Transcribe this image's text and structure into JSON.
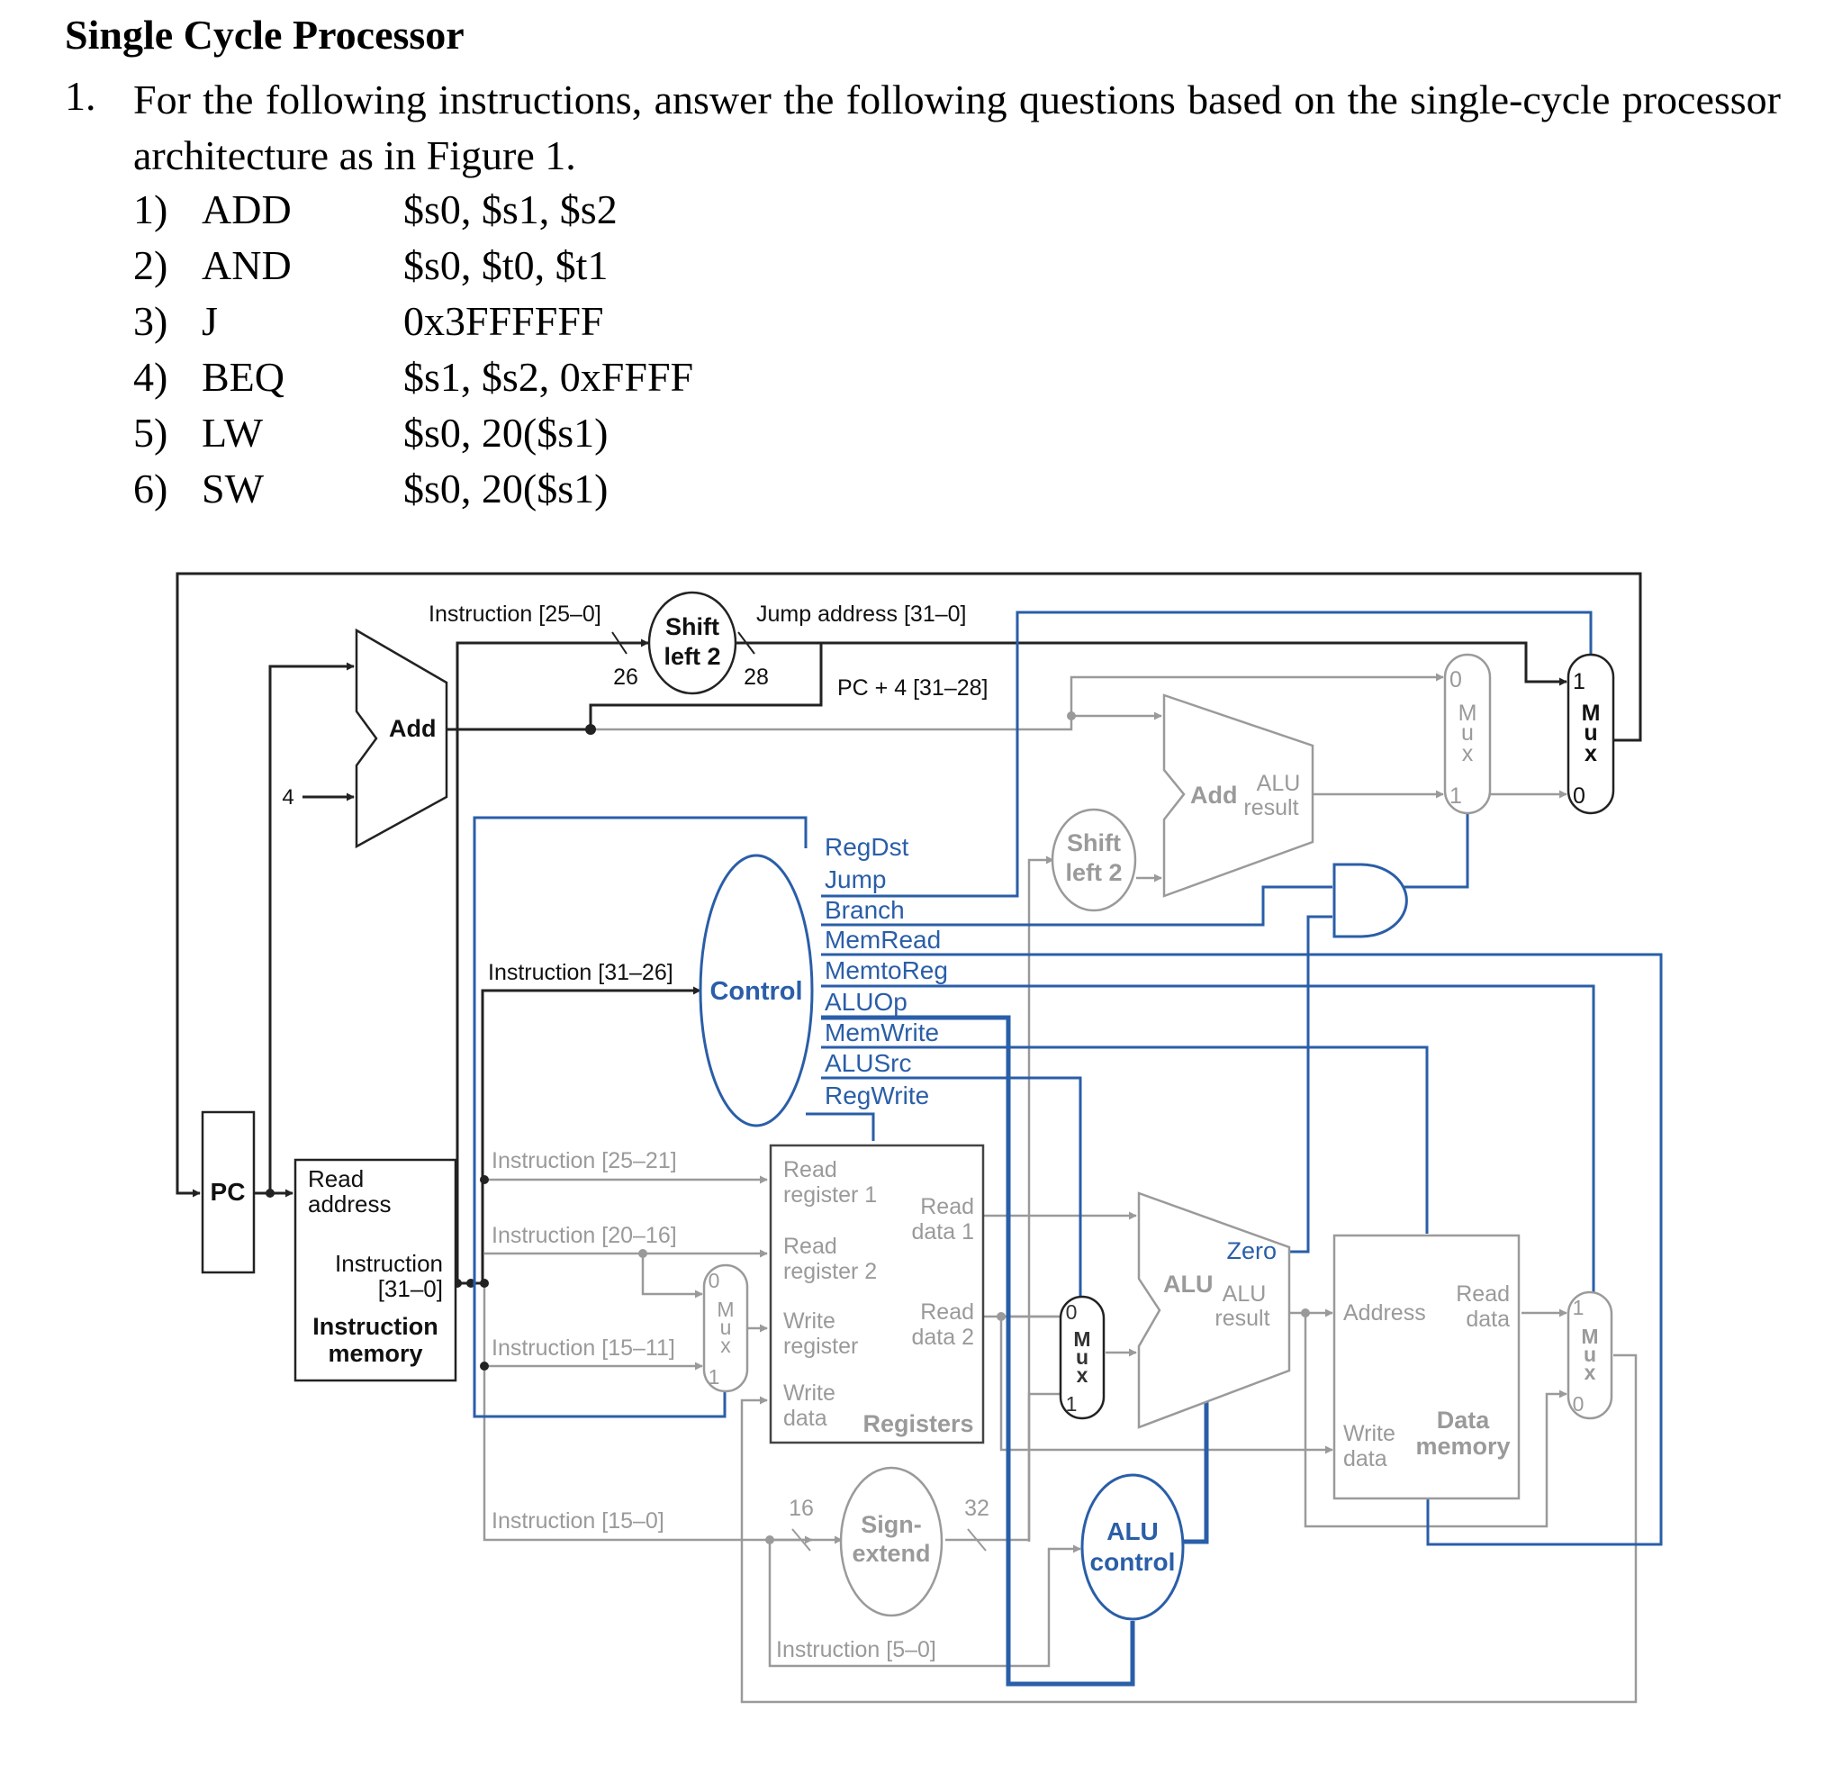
{
  "document": {
    "title": "Single Cycle Processor",
    "question_number": "1.",
    "question_text": "For the following instructions, answer the following questions based on the single-cycle processor architecture as in Figure 1.",
    "instructions": [
      {
        "num": "1)",
        "op": "ADD",
        "args": "$s0, $s1, $s2"
      },
      {
        "num": "2)",
        "op": "AND",
        "args": "$s0, $t0, $t1"
      },
      {
        "num": "3)",
        "op": "J",
        "args": "0x3FFFFFF"
      },
      {
        "num": "4)",
        "op": "BEQ",
        "args": "$s1, $s2, 0xFFFF"
      },
      {
        "num": "5)",
        "op": "LW",
        "args": "$s0, 20($s1)"
      },
      {
        "num": "6)",
        "op": "SW",
        "args": "$s0, 20($s1)"
      }
    ]
  },
  "figure": {
    "colors": {
      "datapath": "#222222",
      "inactive": "#9a9a9a",
      "control": "#2a5ea8"
    },
    "labels": {
      "instr_25_0": "Instruction [25–0]",
      "shift_left_2_top": "Shift",
      "shift_left_2_bot": "left 2",
      "bits_26": "26",
      "bits_28": "28",
      "jump_address": "Jump address [31–0]",
      "pc_plus4": "PC + 4 [31–28]",
      "add_pc": "Add",
      "four": "4",
      "add_branch": "Add",
      "alu_result_top": "ALU",
      "alu_result_bot": "result",
      "shift2_top": "Shift",
      "shift2_bot": "left 2",
      "regdst": "RegDst",
      "jump": "Jump",
      "branch": "Branch",
      "memread": "MemRead",
      "memtoreg": "MemtoReg",
      "aluop": "ALUOp",
      "memwrite": "MemWrite",
      "alusrc": "ALUSrc",
      "regwrite": "RegWrite",
      "control": "Control",
      "instr_31_26": "Instruction [31–26]",
      "pc": "PC",
      "read_address_1": "Read",
      "read_address_2": "address",
      "instruction_1": "Instruction",
      "instruction_2": "[31–0]",
      "imem_1": "Instruction",
      "imem_2": "memory",
      "instr_25_21": "Instruction [25–21]",
      "instr_20_16": "Instruction [20–16]",
      "instr_15_11": "Instruction [15–11]",
      "instr_15_0": "Instruction [15–0]",
      "instr_5_0": "Instruction [5–0]",
      "read_reg1_a": "Read",
      "read_reg1_b": "register 1",
      "read_reg2_a": "Read",
      "read_reg2_b": "register 2",
      "write_reg_a": "Write",
      "write_reg_b": "register",
      "write_data_a": "Write",
      "write_data_b": "data",
      "read_data1_a": "Read",
      "read_data1_b": "data 1",
      "read_data2_a": "Read",
      "read_data2_b": "data 2",
      "registers": "Registers",
      "zero": "Zero",
      "alu": "ALU",
      "alu_res_a": "ALU",
      "alu_res_b": "result",
      "address": "Address",
      "dm_read_a": "Read",
      "dm_read_b": "data",
      "dm_write_a": "Write",
      "dm_write_b": "data",
      "data_mem_a": "Data",
      "data_mem_b": "memory",
      "bits_16": "16",
      "bits_32": "32",
      "sign_a": "Sign-",
      "sign_b": "extend",
      "alu_control_a": "ALU",
      "alu_control_b": "control",
      "mux_m": "M",
      "mux_u": "u",
      "mux_x": "x",
      "zero_in": "0",
      "one_in": "1"
    }
  }
}
